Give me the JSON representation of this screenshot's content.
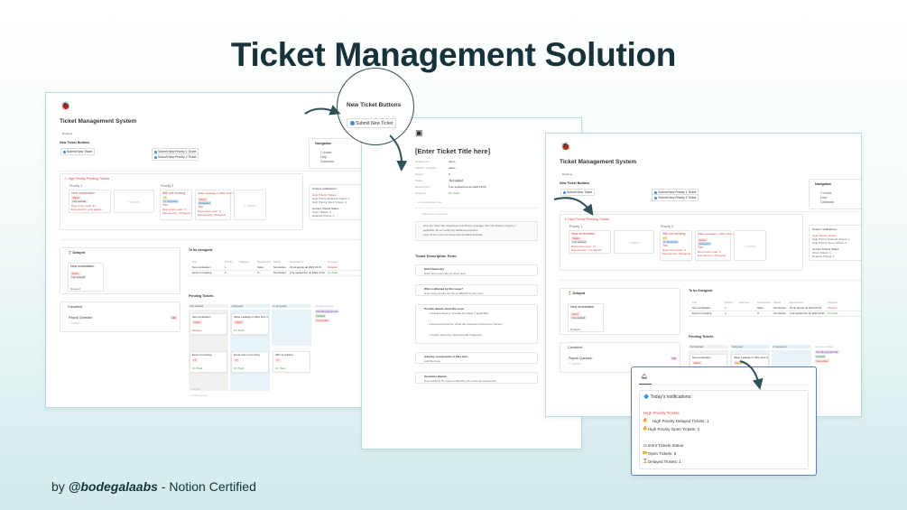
{
  "heading": "Ticket Management Solution",
  "byline": {
    "prefix": "by",
    "handle": "@bodegalaabs",
    "suffix": "- Notion Certified"
  },
  "callout": {
    "title": "New Ticket Buttons",
    "button": "Submit New Ticket"
  },
  "dashboard": {
    "title": "Ticket Management System",
    "readme": "Readme",
    "new_ticket_heading": "New Ticket Buttons",
    "buttons": [
      "Submit New Ticket",
      "Submit New Priority 1 Ticket",
      "Submit New Priority 2 Ticket"
    ],
    "navigation": {
      "title": "Navigation",
      "items": [
        "Contact",
        "Help",
        "Database"
      ]
    },
    "high_priority": {
      "title": "High Priority Pending Tickets",
      "groups": [
        "Priority 1",
        "Priority 2"
      ],
      "cards": [
        {
          "title": "New workstation",
          "tag": "Sales",
          "status": "Not started",
          "line1": "Days since open: 11",
          "line2": "Expected by: 1 de agosto"
        },
        {
          "title": "Wifi not working",
          "tag": "IT",
          "status": "In progress",
          "assignee": "You",
          "line1": "Days since open: 6",
          "line2": "Expected by: 28 agosto"
        },
        {
          "title": "Water Leakage in office floor 3",
          "tag": "Sales",
          "status": "Assigned",
          "assignee": "You",
          "line1": "Days since open: 6",
          "line2": "Expected by: 28 agosto"
        }
      ],
      "new_label": "+ Nuevo"
    },
    "notifications": {
      "title": "Today's notifications:",
      "hp_heading": "High Priority Tickets",
      "hp_delayed": "High Priority Delayed Tickets: 1",
      "hp_open": "High Priority Open Tickets: 3",
      "status_heading": "Current Tickets Status",
      "open": "Open Tickets: 6",
      "delayed": "Delayed Tickets: 1"
    },
    "delayed": {
      "title": "Delayed",
      "card": "New workstation",
      "tag": "Sales",
      "status": "Not started",
      "badge": "Delayed"
    },
    "cancelled": {
      "title": "Cancelled",
      "item": "Payroll Question",
      "tag": "HR",
      "new_label": "+ Nuevo"
    },
    "to_assign": {
      "title": "To be Assigned",
      "columns": [
        "Title",
        "Priority",
        "Assignee",
        "Department",
        "Status",
        "Expected by",
        "Progress"
      ],
      "rows": [
        [
          "New workstation",
          "1",
          "",
          "Sales",
          "Not started",
          "23 de agosto de 2023 20:15",
          "Delayed"
        ],
        [
          "Excel not loading",
          "2",
          "",
          "IT",
          "Not started",
          "2 de septiembre de 2023 12:00",
          "On Track"
        ]
      ]
    },
    "pending": {
      "title": "Pending Tickets",
      "columns": [
        "Not started",
        "Assigned",
        "In progress"
      ],
      "hidden_heading": "Grupos ocultos",
      "hidden": [
        "Pending Approval",
        "Closed",
        "Cancelled"
      ],
      "cards": [
        {
          "title": "New workstation",
          "tag": "Sales",
          "badge": "Delayed"
        },
        {
          "title": "Water Leakage in office floor 3",
          "tag": "Sales",
          "badge": "On Track"
        },
        {
          "title": "Excel not loading",
          "tag": "IT",
          "badge": "On Track"
        },
        {
          "title": "Email rules not working",
          "tag": "IT",
          "badge": "On Track"
        },
        {
          "title": "Wifi not working",
          "tag": "IT",
          "badge": "On Track"
        }
      ],
      "footer": [
        "Calcular",
        "Ocultar grupo"
      ]
    }
  },
  "ticket": {
    "title": "[Enter Ticket Title here]",
    "properties": [
      {
        "label": "Department",
        "value": "Vacío"
      },
      {
        "label": "Platform of applic...",
        "value": "Vacío"
      },
      {
        "label": "Priority",
        "value": "II"
      },
      {
        "label": "Status",
        "value": "Not started"
      },
      {
        "label": "Expected by",
        "value": "1 de septiembre de 2023 15:00"
      },
      {
        "label": "Progress",
        "value": "On Track"
      }
    ],
    "more": "11 propiedades más",
    "comment": "Añadir un comentario...",
    "info": [
      "Fill in the Ticket Title, Department and Priority properties. Fill in the Platform property if",
      "applicable. Do not modify any additional properties.",
      "Later, fill the in the form below with all additional details."
    ],
    "form_title": "Ticket Description Form",
    "blocks": [
      {
        "title": "Short Summary",
        "lines": [
          "Enter short summary of issue here"
        ]
      },
      {
        "title": "Who is affected by this issue?",
        "lines": [
          "How many people are being affected by the issue"
        ]
      },
      {
        "title": "Provide details about the issue",
        "lines": [
          "• Detailed steps to recreate the issue, if applicable.",
          "• Expected Outcome: What the requester expected to happen",
          "• Current Outcome: What actually happened"
        ]
      },
      {
        "title": "Add any screenshots or files here",
        "lines": [
          "Add files here"
        ]
      },
      {
        "title": "Customer Impact",
        "lines": [
          "How severely the issue is affecting the customer experience"
        ]
      }
    ]
  },
  "colors": {
    "heading": "#16323a",
    "accent_red": "#d44c47",
    "border": "#b7dde0",
    "popup_border": "#5b7fc0"
  }
}
